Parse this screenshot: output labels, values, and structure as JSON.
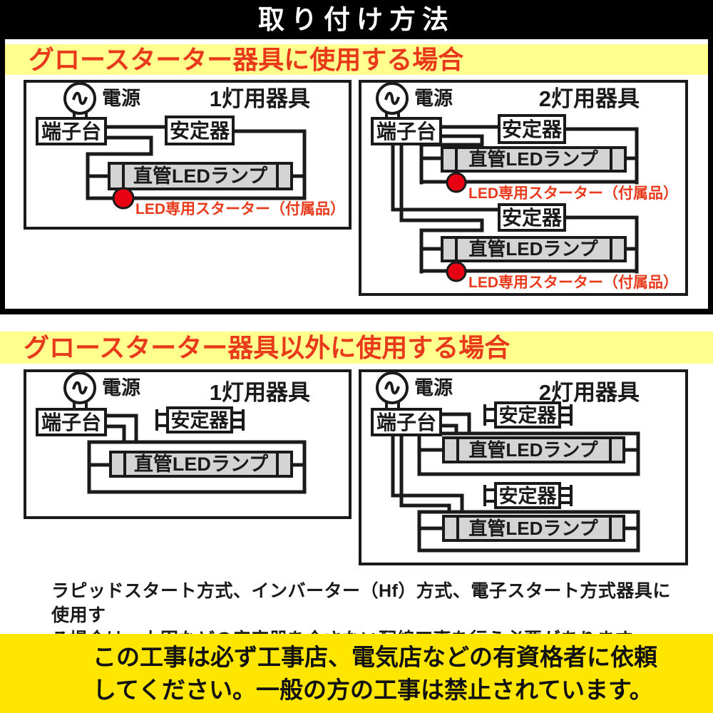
{
  "header": {
    "title": "取り付け方法"
  },
  "sections": {
    "glow": {
      "heading": "グロースターター器具に使用する場合"
    },
    "non_glow": {
      "heading": "グロースターター器具以外に使用する場合"
    }
  },
  "labels": {
    "power": "電源",
    "terminal_block": "端子台",
    "ballast": "安定器",
    "led_tube": "直管LEDランプ",
    "starter": "LED専用スターター（付属品）",
    "one_lamp_fixture": "1灯用器具",
    "two_lamp_fixture": "2灯用器具"
  },
  "note": {
    "line1": "ラピッドスタート方式、インバーター（Hf）方式、電子スタート方式器具に使用す",
    "line2": "る場合は、上図などの安定器を介さない配線工事を行う必要があります。"
  },
  "warning": {
    "line1": "この工事は必ず工事店、電気店などの有資格者に依頼",
    "line2": "してください。一般の方の工事は禁止されています。"
  },
  "colors": {
    "banner_yellow": "#ffff8e",
    "heading_red": "#e8391b",
    "warning_yellow": "#ffe600",
    "starter_red": "#e60012",
    "tube_gray": "#d4d4d4",
    "ink": "#1a1a1a"
  }
}
